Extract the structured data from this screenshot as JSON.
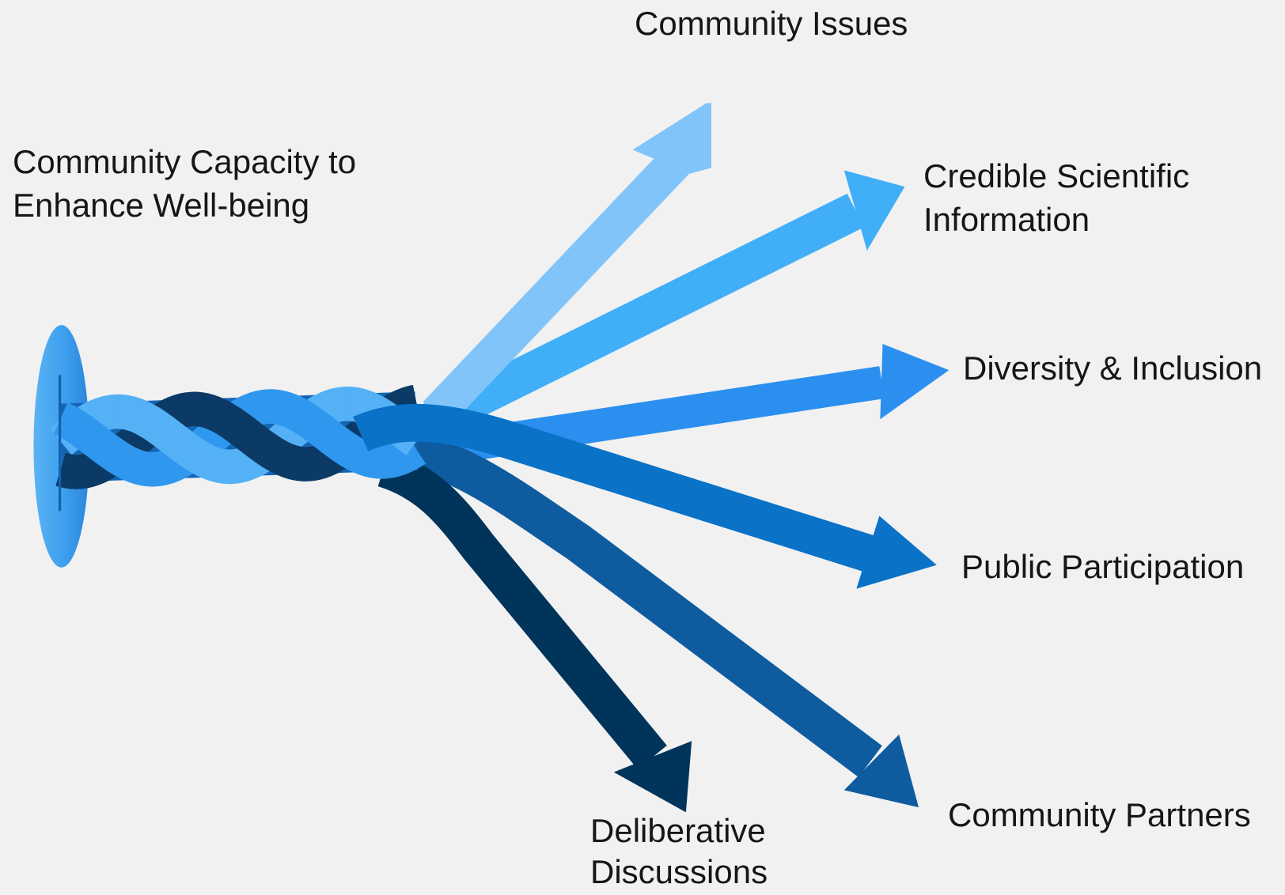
{
  "root_label": {
    "lines": [
      "Community Capacity to",
      "Enhance Well-being"
    ]
  },
  "branches": [
    {
      "lines": [
        "Community Issues"
      ],
      "color": "#80c4fa"
    },
    {
      "lines": [
        "Credible Scientific",
        "Information"
      ],
      "color": "#41aef8"
    },
    {
      "lines": [
        "Diversity & Inclusion"
      ],
      "color": "#2b8ff0"
    },
    {
      "lines": [
        "Public Participation"
      ],
      "color": "#0a72c7"
    },
    {
      "lines": [
        "Community Partners"
      ],
      "color": "#0e5b9f"
    },
    {
      "lines": [
        "Deliberative",
        "Discussions"
      ],
      "color": "#00345b"
    }
  ]
}
